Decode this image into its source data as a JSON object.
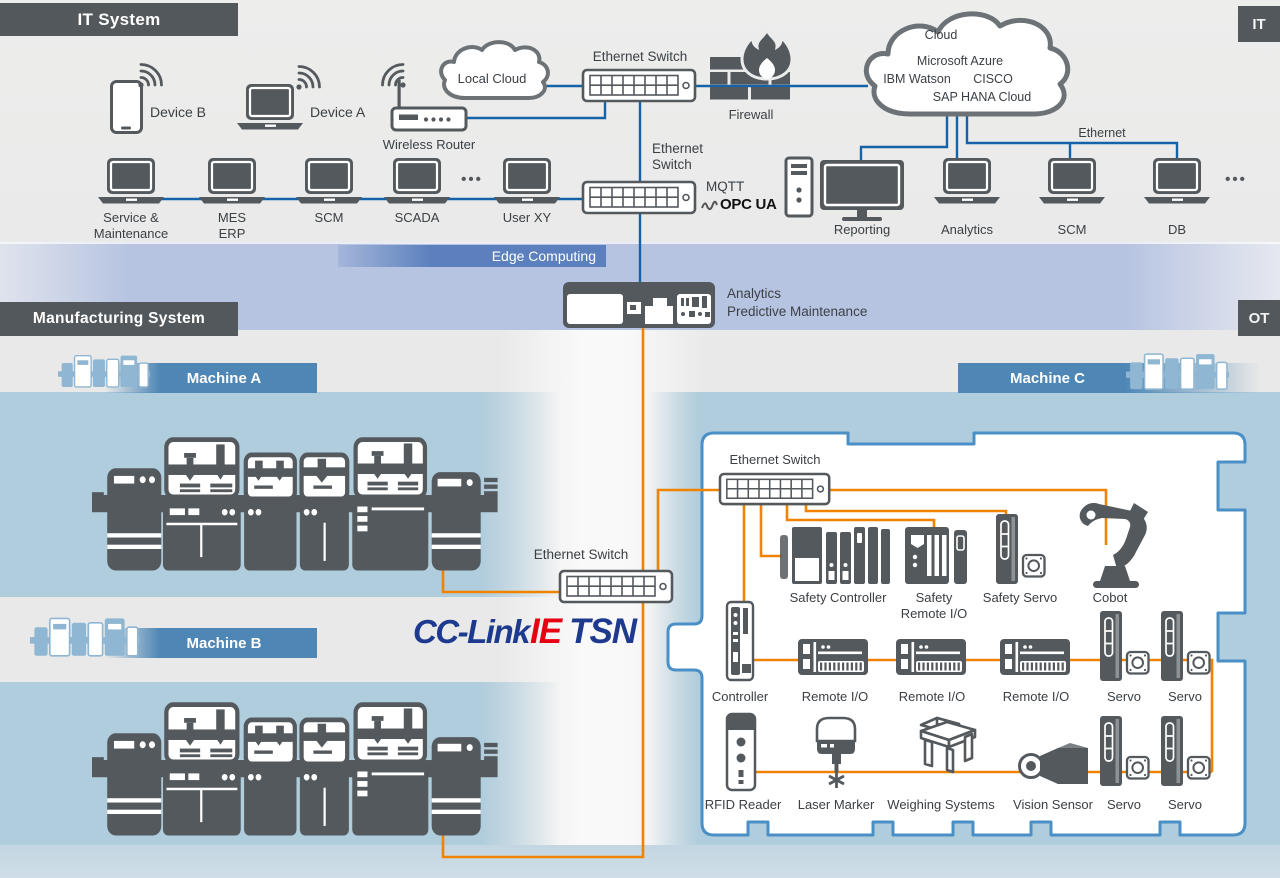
{
  "colors": {
    "accent_orange": "#F08300",
    "network_blue": "#1463A8",
    "device_gray": "#54595E",
    "band_blue": "#4E86B5",
    "edge_band": "#B7C4E1",
    "edge_label_bg": "#5B80BD",
    "zone_blue": "#B0CDDD",
    "container_border": "#4A90C6",
    "logo_blue": "#1E3A8F",
    "logo_red": "#E60012"
  },
  "headers": {
    "it_system": "IT System",
    "manufacturing_system": "Manufacturing System"
  },
  "badges": {
    "it": "IT",
    "ot": "OT"
  },
  "it": {
    "device_b": "Device B",
    "device_a": "Device A",
    "wireless_router": "Wireless Router",
    "local_cloud": "Local Cloud",
    "ethernet_switch_top": "Ethernet Switch",
    "firewall": "Firewall",
    "cloud": {
      "line1": "Cloud",
      "line2": "Microsoft Azure",
      "line3a": "IBM Watson",
      "line3b": "CISCO",
      "line4": "SAP HANA Cloud"
    },
    "ethernet_right": "Ethernet",
    "switch2_line1": "Ethernet",
    "switch2_line2": "Switch",
    "mqtt": "MQTT",
    "opcua": "OPC UA",
    "dots": "•••",
    "laptops_left": [
      {
        "l1": "Service &",
        "l2": "Maintenance"
      },
      {
        "l1": "MES",
        "l2": "ERP"
      },
      {
        "l1": "SCM",
        "l2": ""
      },
      {
        "l1": "SCADA",
        "l2": ""
      },
      {
        "l1": "User XY",
        "l2": ""
      }
    ],
    "laptops_right": [
      "Reporting",
      "Analytics",
      "SCM",
      "DB"
    ]
  },
  "edge": {
    "label": "Edge Computing",
    "device_line1": "Analytics",
    "device_line2": "Predictive Maintenance"
  },
  "ot": {
    "machine_a": "Machine A",
    "machine_b": "Machine B",
    "machine_c": "Machine C",
    "ethernet_switch_mid": "Ethernet Switch",
    "logo": {
      "p1": "CC-Link",
      "p2": "IE",
      "p3": "TSN"
    },
    "machine_c_box": {
      "ethernet_switch": "Ethernet Switch",
      "row1": [
        {
          "l1": "Safety Controller",
          "l2": ""
        },
        {
          "l1": "Safety",
          "l2": "Remote I/O"
        },
        {
          "l1": "Safety Servo",
          "l2": ""
        },
        {
          "l1": "Cobot",
          "l2": ""
        }
      ],
      "row2": [
        "Controller",
        "Remote I/O",
        "Remote I/O",
        "Remote I/O",
        "Servo",
        "Servo"
      ],
      "row3": [
        "RFID Reader",
        "Laser Marker",
        "Weighing Systems",
        "Vision Sensor",
        "Servo",
        "Servo"
      ]
    }
  }
}
